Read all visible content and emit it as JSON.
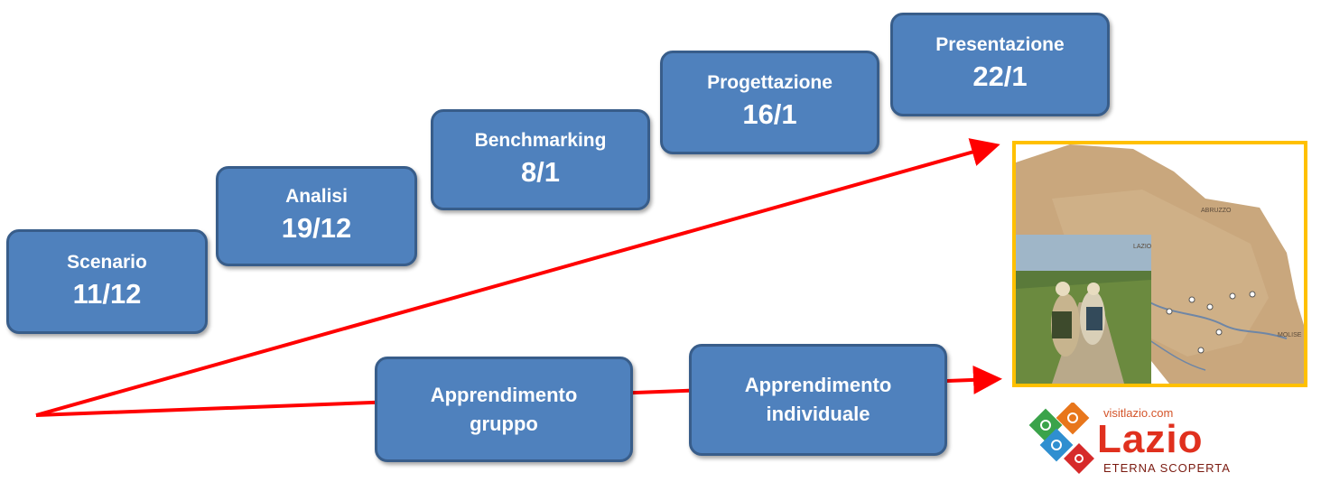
{
  "stages": [
    {
      "label": "Scenario",
      "date": "11/12"
    },
    {
      "label": "Analisi",
      "date": "19/12"
    },
    {
      "label": "Benchmarking",
      "date": "8/1"
    },
    {
      "label": "Progettazione",
      "date": "16/1"
    },
    {
      "label": "Presentazione",
      "date": "22/1"
    }
  ],
  "learning": [
    {
      "label_line1": "Apprendimento",
      "label_line2": "gruppo"
    },
    {
      "label_line1": "Apprendimento",
      "label_line2": "individuale"
    }
  ],
  "map_labels": {
    "region_a": "ABRUZZO",
    "region_b": "LAZIO",
    "region_c": "MOLISE"
  },
  "logo": {
    "url": "visitlazio.com",
    "name": "Lazio",
    "tagline": "ETERNA SCOPERTA"
  },
  "colors": {
    "box_fill": "#4f81bd",
    "box_border": "#385d8a",
    "arrow": "#ff0000",
    "photo_border": "#ffc000"
  }
}
